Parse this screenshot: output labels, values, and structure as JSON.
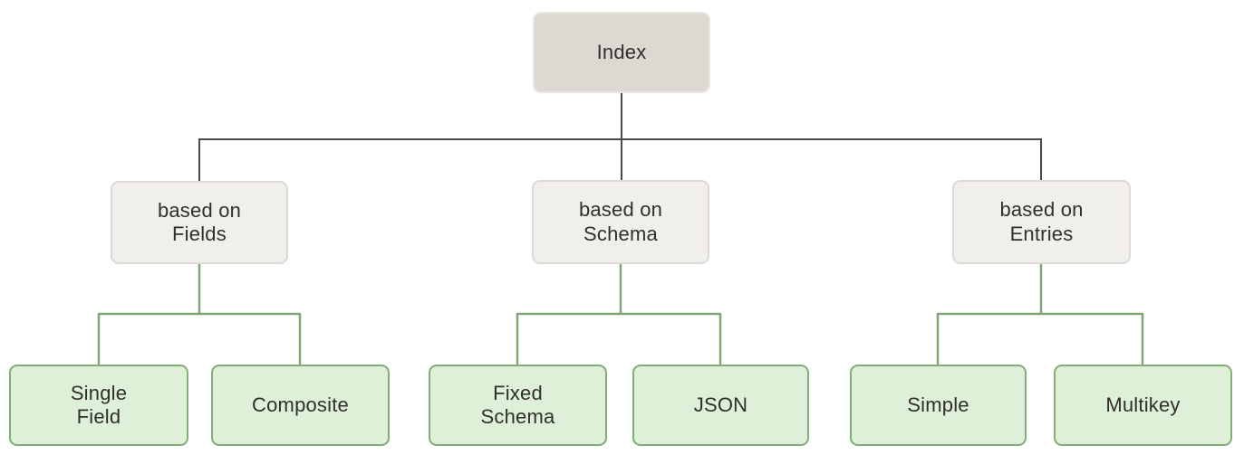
{
  "diagram": {
    "description": "Index types hierarchy diagram",
    "colors": {
      "root_fill": "#ddd9d2",
      "root_border": "#e9e6e1",
      "category_fill": "#f1efeb",
      "category_border": "#dedad3",
      "leaf_fill": "#dff0d9",
      "leaf_border": "#82ac7a",
      "connector_dark": "#4a4a48",
      "connector_green": "#7ca875",
      "text": "#312f2c",
      "background": "#ffffff"
    },
    "tree": {
      "root": {
        "label": "Index"
      },
      "level2": [
        {
          "label": "based on\nFields"
        },
        {
          "label": "based on\nSchema"
        },
        {
          "label": "based on\nEntries"
        }
      ],
      "level3": [
        {
          "label": "Single\nField",
          "parent": "based on Fields"
        },
        {
          "label": "Composite",
          "parent": "based on Fields"
        },
        {
          "label": "Fixed\nSchema",
          "parent": "based on Schema"
        },
        {
          "label": "JSON",
          "parent": "based on Schema"
        },
        {
          "label": "Simple",
          "parent": "based on Entries"
        },
        {
          "label": "Multikey",
          "parent": "based on Entries"
        }
      ]
    }
  }
}
